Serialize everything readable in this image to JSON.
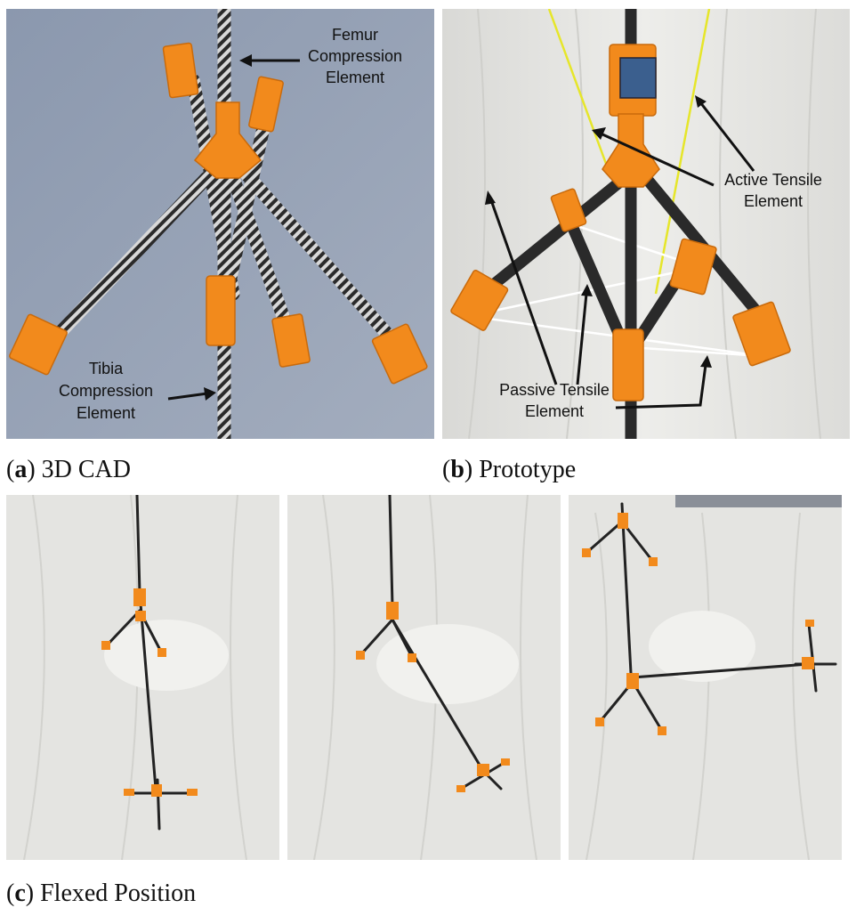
{
  "panel_a": {
    "femur_label_1": "Femur",
    "femur_label_2": "Compression",
    "femur_label_3": "Element",
    "tibia_label_1": "Tibia",
    "tibia_label_2": "Compression",
    "tibia_label_3": "Element"
  },
  "panel_b": {
    "active_label_1": "Active Tensile",
    "active_label_2": "Element",
    "passive_label_1": "Passive Tensile",
    "passive_label_2": "Element"
  },
  "captions": {
    "a_letter": "a",
    "a_text": " 3D CAD",
    "b_letter": "b",
    "b_text": " Prototype",
    "c_letter": "c",
    "c_text": " Flexed Position"
  },
  "colors": {
    "orange": "#f28a1c",
    "cad_bg": "#8f9db3",
    "rod": "#2a2a2a",
    "backdrop": "#e9e9e6"
  }
}
